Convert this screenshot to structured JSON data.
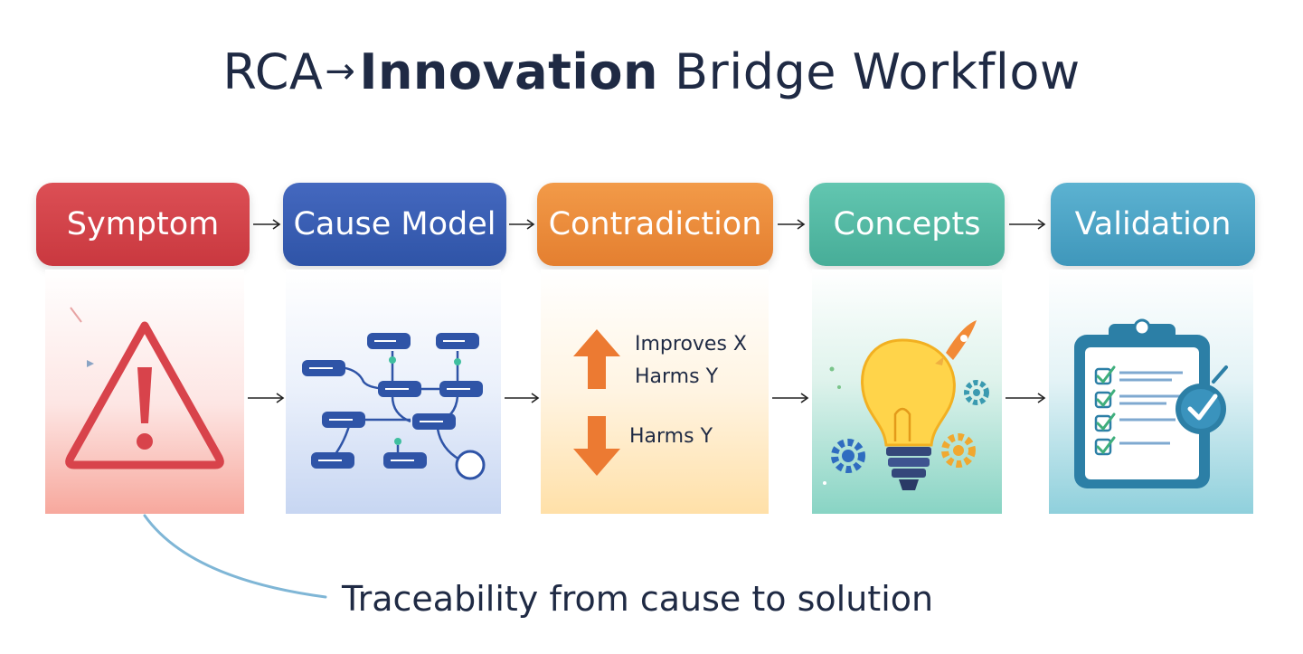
{
  "title": {
    "prefix": "RCA",
    "arrow": "→",
    "bold": "Innovation",
    "rest": "Bridge Workflow"
  },
  "steps": [
    {
      "label": "Symptom",
      "color": "#d8434b",
      "icon": "warning-icon"
    },
    {
      "label": "Cause Model",
      "color": "#3b5fb5",
      "icon": "cause-graph-icon"
    },
    {
      "label": "Contradiction",
      "color": "#ec8a3a",
      "icon": "contradiction-arrows-icon"
    },
    {
      "label": "Concepts",
      "color": "#55bba6",
      "icon": "lightbulb-icon"
    },
    {
      "label": "Validation",
      "color": "#4fa6c6",
      "icon": "checklist-icon"
    }
  ],
  "contradiction": {
    "improves": "Improves X",
    "harms_top": "Harms Y",
    "harms_bottom": "Harms Y"
  },
  "caption": "Traceability from cause to solution"
}
